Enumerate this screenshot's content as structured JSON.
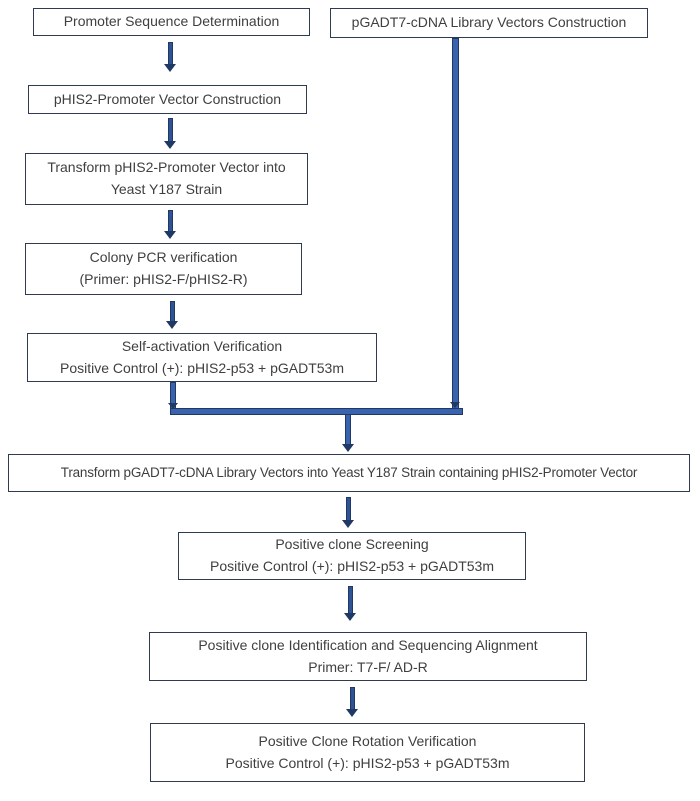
{
  "colors": {
    "background": "#ffffff",
    "box_border": "#2f3b52",
    "box_text": "#3f3f3f",
    "arrow_fill": "#2f5496",
    "arrow_dark": "#1f3864",
    "connector_fill": "#3a63ad"
  },
  "nodes": [
    {
      "id": "promoter-sequence-determination",
      "lines": [
        "Promoter Sequence Determination"
      ]
    },
    {
      "id": "pgadt7-cdna-library-vectors-construction",
      "lines": [
        "pGADT7-cDNA Library Vectors Construction"
      ]
    },
    {
      "id": "phis2-promoter-vector-construction",
      "lines": [
        "pHIS2-Promoter Vector Construction"
      ]
    },
    {
      "id": "transform-phis2-into-y187",
      "lines": [
        "Transform pHIS2-Promoter Vector into",
        "Yeast Y187 Strain"
      ]
    },
    {
      "id": "colony-pcr-verification",
      "lines": [
        "Colony PCR verification",
        "(Primer: pHIS2-F/pHIS2-R)"
      ]
    },
    {
      "id": "self-activation-verification",
      "lines": [
        "Self-activation Verification",
        "Positive Control (+): pHIS2-p53 + pGADT53m"
      ]
    },
    {
      "id": "transform-library-into-y187-with-phis2",
      "lines": [
        "Transform pGADT7-cDNA Library Vectors into Yeast Y187 Strain containing pHIS2-Promoter Vector"
      ]
    },
    {
      "id": "positive-clone-screening",
      "lines": [
        "Positive clone Screening",
        "Positive Control (+): pHIS2-p53 + pGADT53m"
      ]
    },
    {
      "id": "positive-clone-identification",
      "lines": [
        "Positive clone Identification and Sequencing Alignment",
        "Primer: T7-F/ AD-R"
      ]
    },
    {
      "id": "positive-clone-rotation-verification",
      "lines": [
        "Positive Clone Rotation Verification",
        "Positive Control (+): pHIS2-p53 + pGADT53m"
      ]
    }
  ]
}
